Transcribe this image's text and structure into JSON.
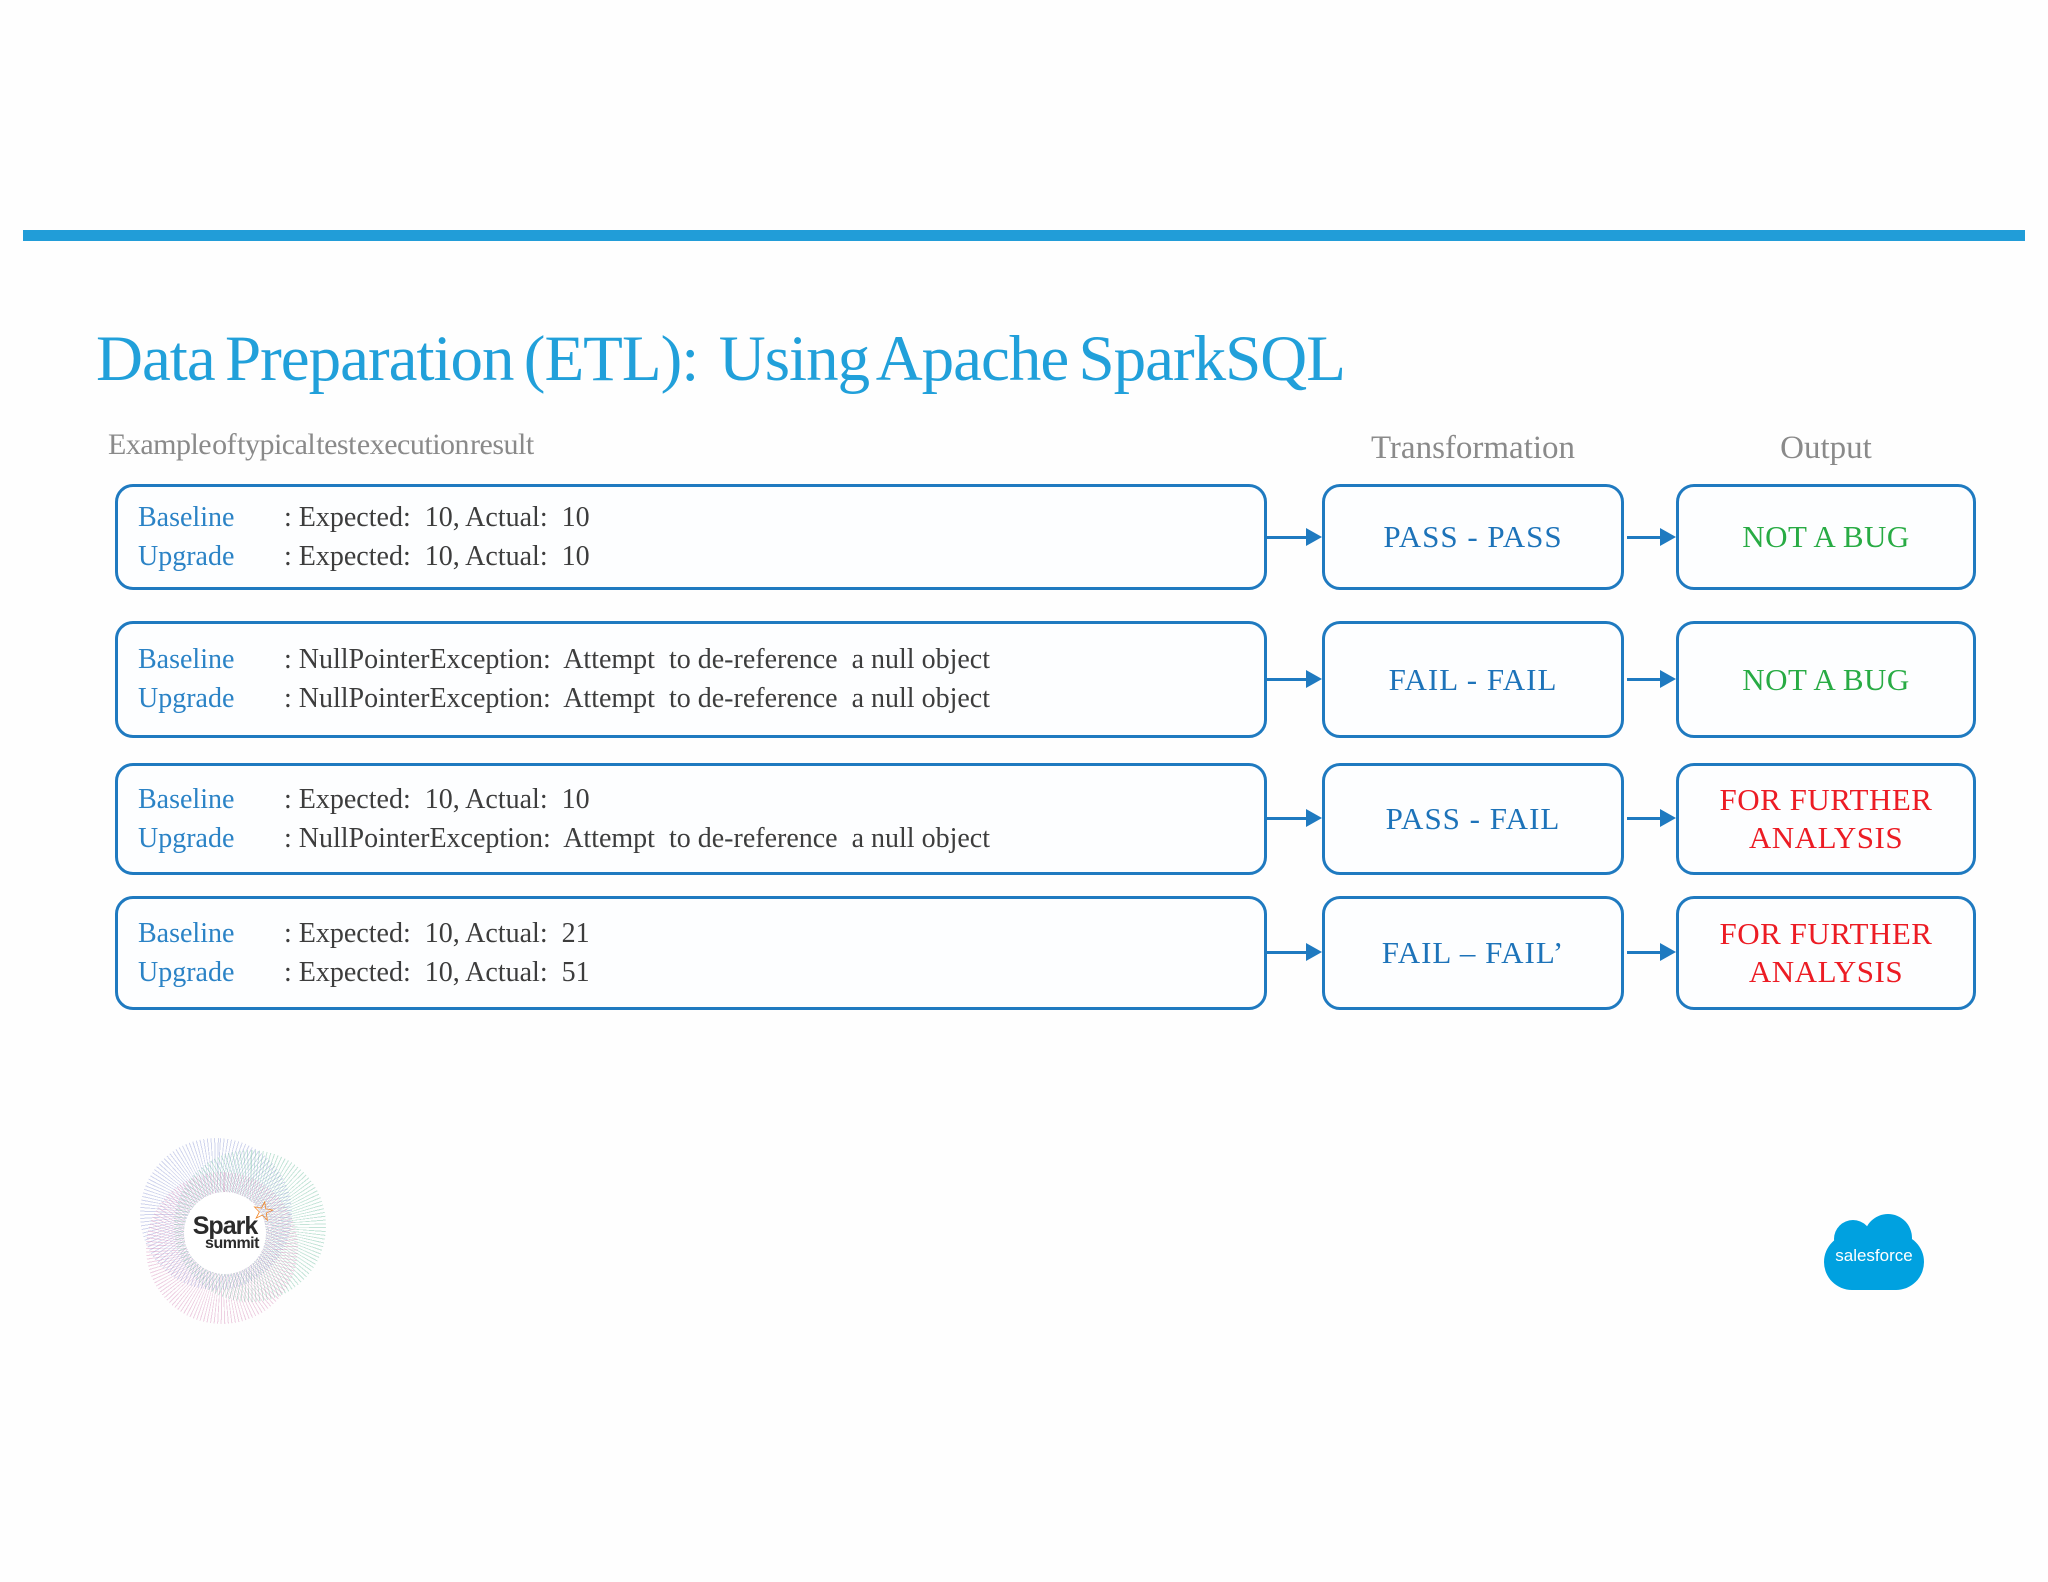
{
  "slide": {
    "title": "Data Preparation (ETL):  Using Apache SparkSQL",
    "caption": "Example of typical test execution result",
    "headers": {
      "transformation": "Transformation",
      "output": "Output"
    }
  },
  "rows": [
    {
      "left": {
        "lines": [
          {
            "label": "Baseline",
            "text": ": Expected:  10, Actual:  10"
          },
          {
            "label": "Upgrade",
            "text": ": Expected:  10, Actual:  10"
          }
        ]
      },
      "transformation": "PASS - PASS",
      "output": "NOT A BUG",
      "status": "not-a-bug"
    },
    {
      "left": {
        "lines": [
          {
            "label": "Baseline",
            "text": ": NullPointerException:  Attempt  to de-reference  a null object"
          },
          {
            "label": "Upgrade",
            "text": ": NullPointerException:  Attempt  to de-reference  a null object"
          }
        ]
      },
      "transformation": "FAIL - FAIL",
      "output": "NOT A BUG",
      "status": "not-a-bug"
    },
    {
      "left": {
        "lines": [
          {
            "label": "Baseline",
            "text": ": Expected:  10, Actual:  10"
          },
          {
            "label": "Upgrade",
            "text": ": NullPointerException:  Attempt  to de-reference  a null object"
          }
        ]
      },
      "transformation": "PASS - FAIL",
      "output": "FOR FURTHER ANALYSIS",
      "status": "further-analysis"
    },
    {
      "left": {
        "lines": [
          {
            "label": "Baseline",
            "text": ": Expected:  10, Actual:  21"
          },
          {
            "label": "Upgrade",
            "text": ": Expected:  10, Actual:  51"
          }
        ]
      },
      "transformation": "FAIL – FAIL’",
      "output": "FOR FURTHER ANALYSIS",
      "status": "further-analysis"
    }
  ],
  "colors": {
    "accent_blue": "#219dd8",
    "box_border_blue": "#1f7ac0",
    "label_blue": "#2b83c6",
    "transformation_blue": "#1d73b9",
    "not_a_bug_green": "#28ab44",
    "further_analysis_red": "#ec1c24",
    "salesforce_blue": "#00a1e0",
    "spark_star_orange": "#f0811f"
  },
  "logos": {
    "spark_summit": {
      "line1": "Spark",
      "line2": "summit",
      "star_icon": "☆"
    },
    "salesforce": "salesforce"
  }
}
